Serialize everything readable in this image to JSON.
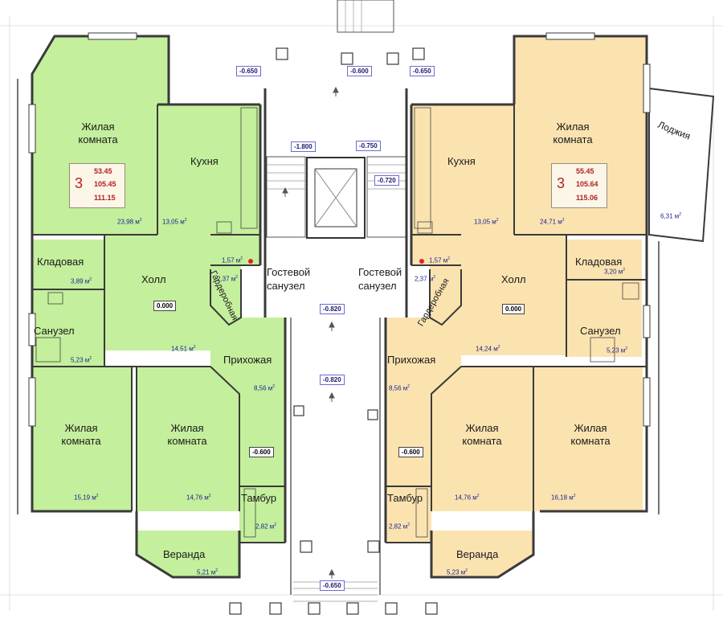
{
  "apartments": {
    "left": {
      "badge": {
        "rooms": "3",
        "values": [
          "53.45",
          "105.45",
          "111.15"
        ]
      },
      "rooms": {
        "living_top": {
          "name": "Жилая комната",
          "area": "23,98 м"
        },
        "kitchen": {
          "name": "Кухня",
          "area": "13,05 м"
        },
        "storage": {
          "name": "Кладовая",
          "area": "3,89 м"
        },
        "hall": {
          "name": "Холл",
          "area": "14,51 м"
        },
        "bathroom": {
          "name": "Санузел",
          "area": "5,23 м"
        },
        "guest_wc": {
          "name": "Гостевой санузел",
          "area": "1,57 м"
        },
        "wardrobe": {
          "name": "Гардеробная",
          "area": "2,37 м"
        },
        "entrance": {
          "name": "Прихожая",
          "area": "8,56 м"
        },
        "living_bl": {
          "name": "Жилая комната",
          "area": "15,19 м"
        },
        "living_bm": {
          "name": "Жилая комната",
          "area": "14,76 м"
        },
        "vestibule": {
          "name": "Тамбур",
          "area": "2,82 м"
        },
        "veranda": {
          "name": "Веранда",
          "area": "5,21 м"
        }
      }
    },
    "right": {
      "badge": {
        "rooms": "3",
        "values": [
          "55.45",
          "105.64",
          "115.06"
        ]
      },
      "rooms": {
        "living_top": {
          "name": "Жилая комната",
          "area": "24,71 м"
        },
        "kitchen": {
          "name": "Кухня",
          "area": "13,05 м"
        },
        "loggia": {
          "name": "Лоджия",
          "area": "6,31 м"
        },
        "storage": {
          "name": "Кладовая",
          "area": "3,20 м"
        },
        "hall": {
          "name": "Холл",
          "area": "14,24 м"
        },
        "bathroom": {
          "name": "Санузел",
          "area": "5,23 м"
        },
        "guest_wc": {
          "name": "Гостевой санузел",
          "area": "1,57 м"
        },
        "wardrobe": {
          "name": "Гардеробная",
          "area": "2,37 м"
        },
        "entrance": {
          "name": "Прихожая",
          "area": "8,56 м"
        },
        "living_bm": {
          "name": "Жилая комната",
          "area": "14,76 м"
        },
        "living_br": {
          "name": "Жилая комната",
          "area": "16,18 м"
        },
        "vestibule": {
          "name": "Тамбур",
          "area": "2,82 м"
        },
        "veranda": {
          "name": "Веранда",
          "area": "5,23 м"
        }
      }
    }
  },
  "elevations": {
    "top_left": "-0.650",
    "top_center": "-0.600",
    "top_right": "-0.650",
    "stair_left": "-1.800",
    "stair_center": "-0.750",
    "stair_right": "-0.720",
    "hall_left": "0.000",
    "hall_right": "0.000",
    "corridor_upper": "-0.820",
    "corridor_lower": "-0.820",
    "vest_left": "-0.600",
    "vest_right": "-0.600",
    "bottom": "-0.650"
  },
  "colors": {
    "left_apartment": "#c4ef9c",
    "right_apartment": "#fbe3b0",
    "wall": "#3a3a3a",
    "accent_dot": "#e8202a"
  }
}
